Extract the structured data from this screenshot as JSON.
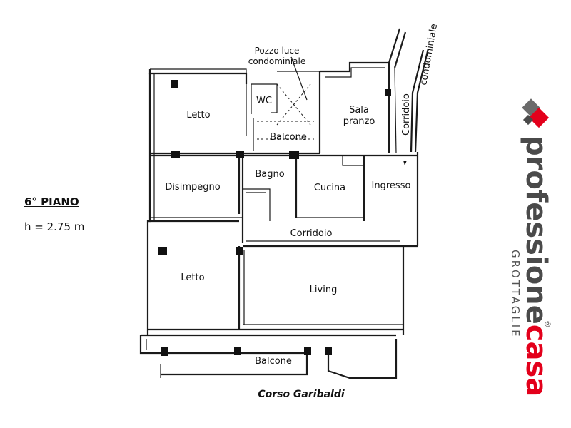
{
  "floor": {
    "title": "6° PIANO",
    "height": "h = 2.75 m"
  },
  "rooms": {
    "letto_top": "Letto",
    "wc": "WC",
    "pozzo_line1": "Pozzo luce",
    "pozzo_line2": "condominiale",
    "balcone_small": "Balcone",
    "sala_line1": "Sala",
    "sala_line2": "pranzo",
    "corridoio_vertical": "Corridoio",
    "condominiale_vertical": "condominiale",
    "disimpegno": "Disimpegno",
    "bagno": "Bagno",
    "cucina": "Cucina",
    "ingresso": "Ingresso",
    "corridoio": "Corridoio",
    "letto_bottom": "Letto",
    "living": "Living",
    "balcone": "Balcone"
  },
  "street": "Corso Garibaldi",
  "logo": {
    "brand_part1": "professione",
    "brand_part2": "casa",
    "city": "GROTTAGLIE",
    "registered": "®",
    "colors": {
      "red": "#e3001b",
      "gray": "#6b6b6b",
      "dark": "#4a4a4a"
    }
  }
}
